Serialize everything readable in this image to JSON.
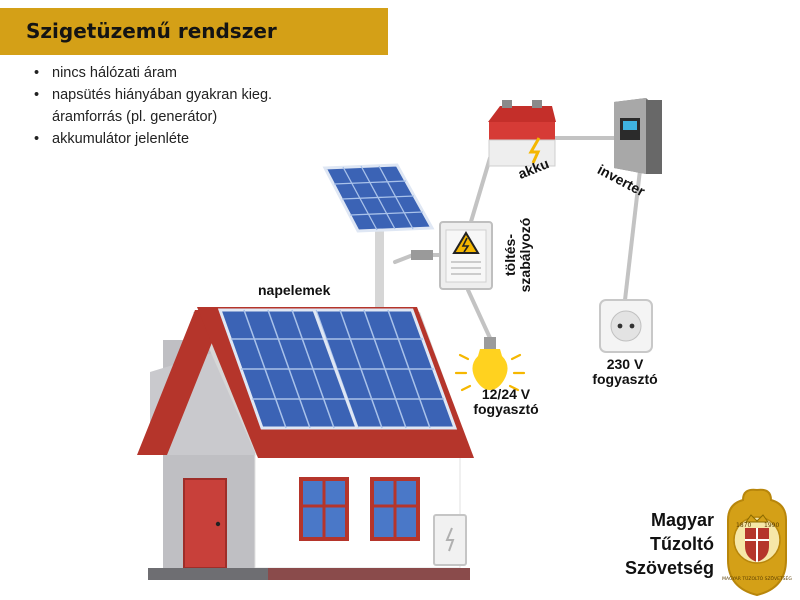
{
  "title": "Szigetüzemű rendszer",
  "bullets": [
    {
      "line1": "nincs hálózati áram",
      "line2": ""
    },
    {
      "line1": "napsütés hiányában gyakran kieg.",
      "line2": "áramforrás (pl. generátor)"
    },
    {
      "line1": "akkumulátor jelenléte",
      "line2": ""
    }
  ],
  "labels": {
    "panels": "napelemek",
    "battery": "akku",
    "inverter": "inverter",
    "controller_line1": "töltés-",
    "controller_line2": "szabályozó",
    "dc_load_line1": "12/24 V",
    "dc_load_line2": "fogyasztó",
    "ac_load_line1": "230 V",
    "ac_load_line2": "fogyasztó"
  },
  "organization": {
    "line1": "Magyar",
    "line2": "Tűzoltó",
    "line3": "Szövetség",
    "logo_year_left": "1870",
    "logo_year_right": "1990",
    "logo_ring_text": "MAGYAR TŰZOLTÓ SZÖVETSÉG"
  },
  "colors": {
    "title_bar": "#d4a017",
    "roof": "#b5352b",
    "panel": "#3b63b5",
    "wire": "#c3c3c3",
    "battery_red": "#d63b36",
    "bulb_yellow": "#ffd21f"
  }
}
